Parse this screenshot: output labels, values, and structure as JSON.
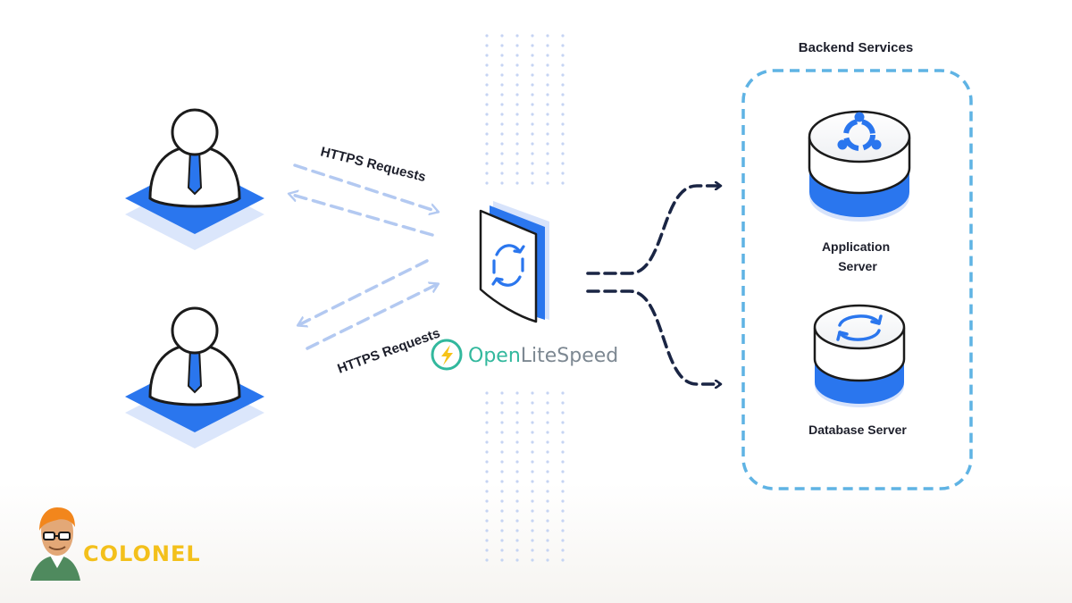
{
  "diagram": {
    "backend_title": "Backend Services",
    "request_label_top": "HTTPS Requests",
    "request_label_bottom": "HTTPS Requests",
    "brand_open": "Open",
    "brand_rest": "LiteSpeed",
    "app_server_line1": "Application",
    "app_server_line2": "Server",
    "db_server_label": "Database Server",
    "watermark": "COLONEL",
    "colors": {
      "primary_blue": "#2a76ee",
      "light_blue": "#c9dafb",
      "dashed_box": "#5fb3e4",
      "arrow_dark": "#1a2544",
      "request_arrow": "#b3c9f1",
      "brand_green": "#32b89d",
      "brand_yellow": "#f6c319"
    }
  }
}
